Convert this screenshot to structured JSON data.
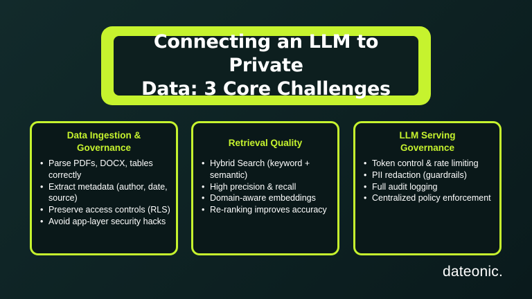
{
  "title": "Connecting an LLM to Private\nData: 3 Core Challenges",
  "cards": [
    {
      "title": "Data Ingestion &\nGovernance",
      "items": [
        "Parse PDFs, DOCX, tables correctly",
        "Extract metadata (author, date, source)",
        "Preserve access controls (RLS)",
        "Avoid app-layer security hacks"
      ]
    },
    {
      "title": "Retrieval Quality",
      "items": [
        "Hybrid Search (keyword + semantic)",
        "High precision & recall",
        "Domain-aware embeddings",
        "Re-ranking improves accuracy"
      ]
    },
    {
      "title": "LLM Serving\nGovernance",
      "items": [
        "Token control & rate limiting",
        "PII redaction (guardrails)",
        "Full audit logging",
        "Centralized policy enforcement"
      ]
    }
  ],
  "brand": "dateonic.",
  "colors": {
    "accent": "#c6f32e",
    "background": "#0e2324",
    "panel": "#0d1f1f"
  }
}
